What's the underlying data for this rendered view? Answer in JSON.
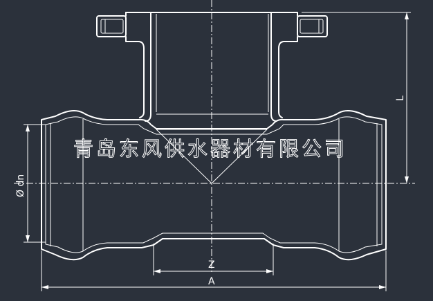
{
  "drawing": {
    "watermark": "青岛东风供水器材有限公司",
    "labels": {
      "dn": "Ø dn",
      "z": "Z",
      "a": "A",
      "l": "L"
    }
  },
  "colors": {
    "background": "#2b313b",
    "line": "#ffffff"
  }
}
